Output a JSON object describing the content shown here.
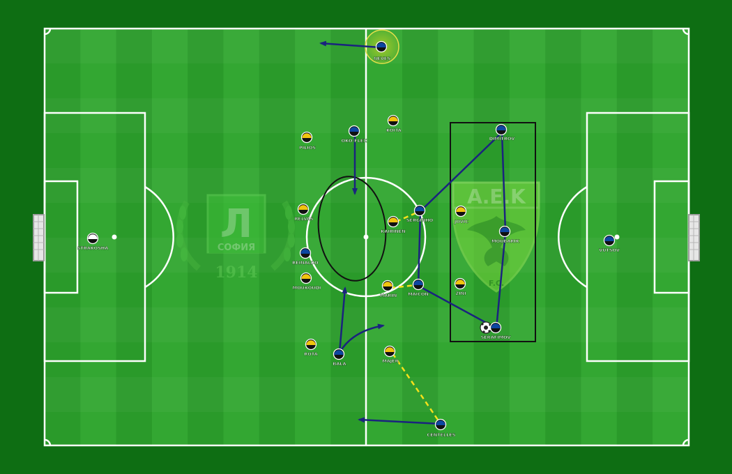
{
  "colors": {
    "outer": "#0e6e13",
    "stripe_a": "#2a9a2a",
    "stripe_b": "#33a732",
    "lines": "#ffffff",
    "arrow": "#1a237e",
    "pass_dashed": "#f5e11b",
    "team_home_top": "#f1c40f",
    "team_home_bottom": "#111111",
    "team_away_top": "#0d47a1",
    "team_away_bottom": "#111111",
    "highlight_zone": "#111111",
    "crest_left": "#3fbf3a",
    "crest_right": "#6fd13a"
  },
  "crests": {
    "left": {
      "letter": "Л",
      "word": "СОФИЯ",
      "year": "1914"
    },
    "right": {
      "word": "Α.Ε.Κ",
      "suffix": "F.C."
    }
  },
  "players": [
    {
      "id": "strakosha",
      "name": "STRAKOSHA",
      "team": "white"
    },
    {
      "id": "neves",
      "name": "NEVES",
      "team": "blue"
    },
    {
      "id": "oko-flex",
      "name": "OKO-FLEX",
      "team": "blue"
    },
    {
      "id": "koita",
      "name": "KOITA",
      "team": "yellow"
    },
    {
      "id": "pilios",
      "name": "PILIOS",
      "team": "yellow"
    },
    {
      "id": "relvas",
      "name": "RELVAS",
      "team": "yellow"
    },
    {
      "id": "reinaldo",
      "name": "REINALDO",
      "team": "blue"
    },
    {
      "id": "moukoudi",
      "name": "MOUKOUDI",
      "team": "yellow"
    },
    {
      "id": "rota",
      "name": "ROTA",
      "team": "yellow"
    },
    {
      "id": "bala",
      "name": "BALA",
      "team": "blue"
    },
    {
      "id": "kairinen",
      "name": "KAIRINEN",
      "team": "yellow"
    },
    {
      "id": "serginho",
      "name": "SERGINHO",
      "team": "blue"
    },
    {
      "id": "marin",
      "name": "MARIN",
      "team": "yellow"
    },
    {
      "id": "maicon",
      "name": "MAICON",
      "team": "blue"
    },
    {
      "id": "majer",
      "name": "MAJER",
      "team": "yellow"
    },
    {
      "id": "centelles",
      "name": "CENTELLES",
      "team": "blue"
    },
    {
      "id": "dimitrov",
      "name": "DIMITROV",
      "team": "blue"
    },
    {
      "id": "jovic",
      "name": "JOVIC",
      "team": "yellow"
    },
    {
      "id": "moubarik",
      "name": "MOUBARIK",
      "team": "blue"
    },
    {
      "id": "zini",
      "name": "ZINI",
      "team": "yellow"
    },
    {
      "id": "serafimov",
      "name": "SERAFIMOV",
      "team": "blue"
    },
    {
      "id": "vutsov",
      "name": "VUTSOV",
      "team": "blue"
    }
  ]
}
